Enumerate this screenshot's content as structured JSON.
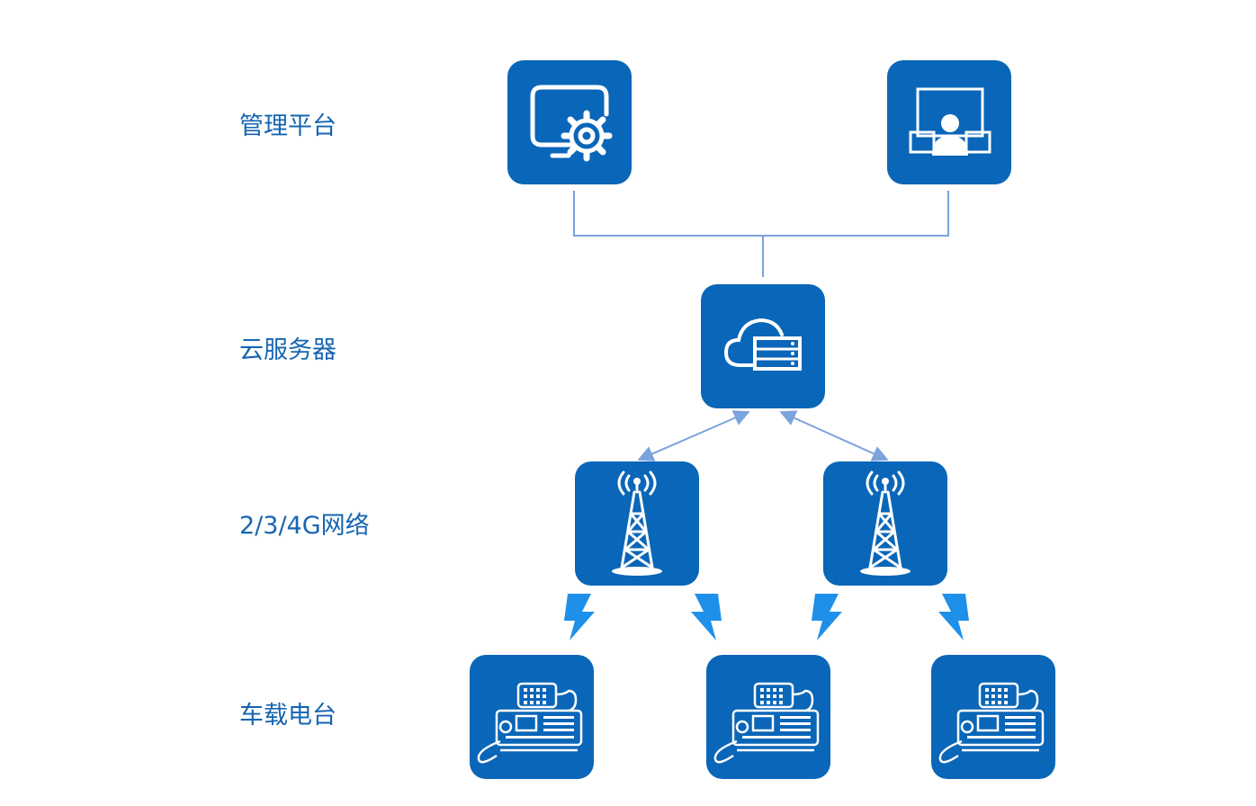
{
  "layers": [
    {
      "label": "管理平台"
    },
    {
      "label": "云服务器"
    },
    {
      "label": "2/3/4G网络"
    },
    {
      "label": "车载电台"
    }
  ],
  "colors": {
    "tile": "#0a66b8",
    "label": "#1565b0",
    "connector": "#7ba3dc",
    "lightning": "#1e90ea"
  },
  "nodes": [
    {
      "id": "platform-admin",
      "icon": "monitor-gear-icon"
    },
    {
      "id": "platform-dispatch",
      "icon": "dispatch-console-icon"
    },
    {
      "id": "cloud-server",
      "icon": "cloud-server-icon"
    },
    {
      "id": "base-station-1",
      "icon": "cell-tower-icon"
    },
    {
      "id": "base-station-2",
      "icon": "cell-tower-icon"
    },
    {
      "id": "radio-1",
      "icon": "vehicle-radio-icon"
    },
    {
      "id": "radio-2",
      "icon": "vehicle-radio-icon"
    },
    {
      "id": "radio-3",
      "icon": "vehicle-radio-icon"
    }
  ]
}
